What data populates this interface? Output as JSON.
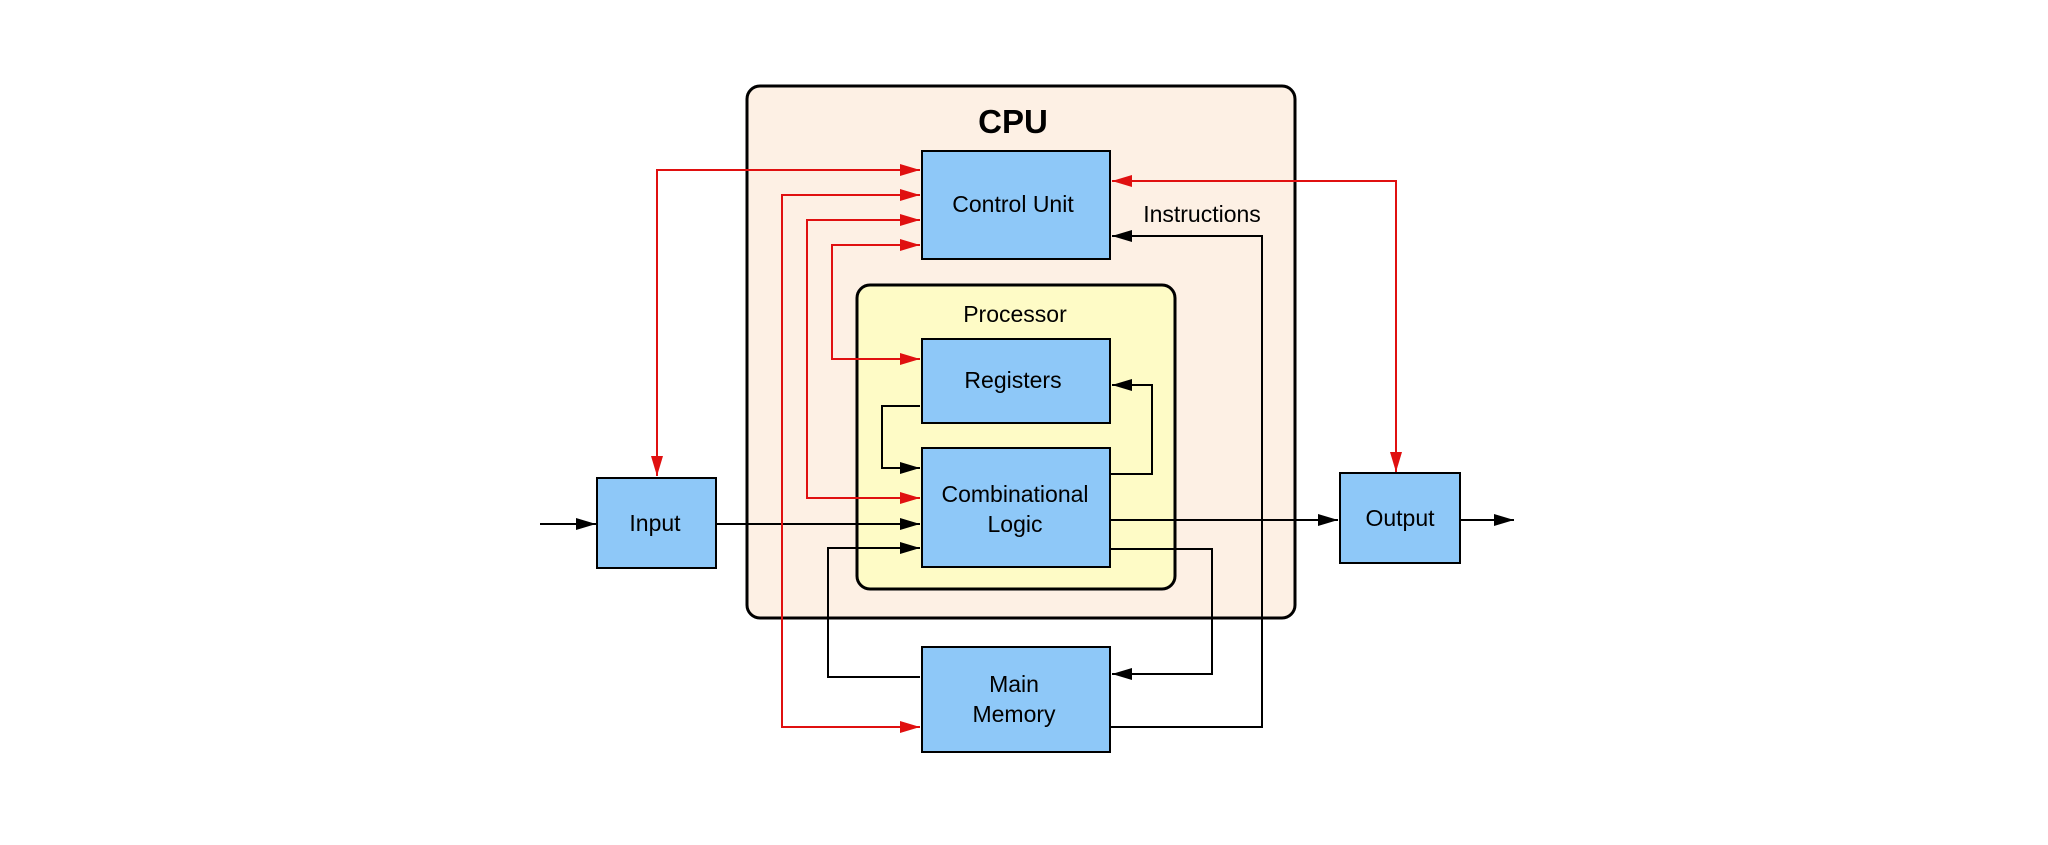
{
  "colors": {
    "cpu_fill": "#fdf0e4",
    "processor_fill": "#fefbc6",
    "component_fill": "#8ec8f8",
    "control_signal": "#e01010",
    "data_signal": "#000000"
  },
  "cpu": {
    "title": "CPU"
  },
  "processor": {
    "title": "Processor"
  },
  "components": {
    "control_unit": "Control Unit",
    "registers": "Registers",
    "combinational_logic_line1": "Combinational",
    "combinational_logic_line2": "Logic",
    "input": "Input",
    "output": "Output",
    "main_memory_line1": "Main",
    "main_memory_line2": "Memory"
  },
  "labels": {
    "instructions": "Instructions"
  }
}
